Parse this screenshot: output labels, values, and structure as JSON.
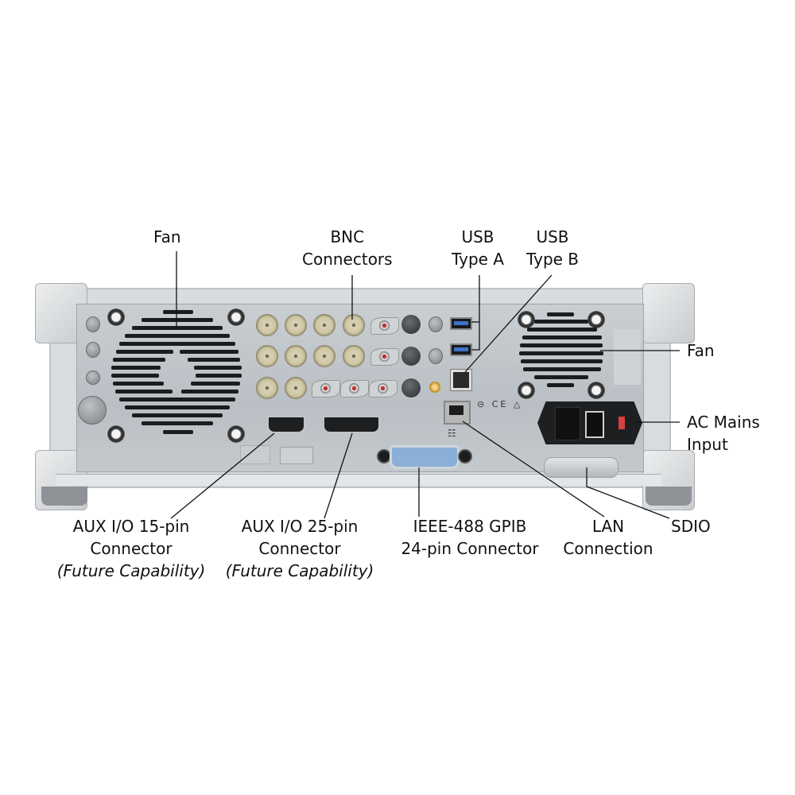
{
  "diagram": {
    "subject": "Instrument rear panel",
    "colors": {
      "background": "#ffffff",
      "chassis": "#d9dcde",
      "panel": "#c2c7cb",
      "leader_line": "#111111",
      "label_text": "#111111"
    }
  },
  "labels": {
    "fan_left": {
      "line1": "Fan"
    },
    "bnc": {
      "line1": "BNC",
      "line2": "Connectors"
    },
    "usb_a": {
      "line1": "USB",
      "line2": "Type A"
    },
    "usb_b": {
      "line1": "USB",
      "line2": "Type B"
    },
    "fan_right": {
      "line1": "Fan"
    },
    "ac_mains": {
      "line1": "AC Mains",
      "line2": "Input"
    },
    "aux15": {
      "line1": "AUX I/O 15-pin",
      "line2": "Connector",
      "note": "(Future Capability)"
    },
    "aux25": {
      "line1": "AUX I/O 25-pin",
      "line2": "Connector",
      "note": "(Future Capability)"
    },
    "gpib": {
      "line1": "IEEE-488 GPIB",
      "line2": "24-pin Connector"
    },
    "lan": {
      "line1": "LAN",
      "line2": "Connection"
    },
    "sdio": {
      "line1": "SDIO"
    }
  },
  "components": {
    "bnc_count": 11,
    "smb_count": 5,
    "usb_type_a_count": 2,
    "usb_type_b_count": 1,
    "lan_ports": 1,
    "fans": 2,
    "icons": [
      "usb-icon",
      "lan-network-icon",
      "ce-mark-icon",
      "warning-triangle-icon",
      "power-switch-icon"
    ]
  }
}
